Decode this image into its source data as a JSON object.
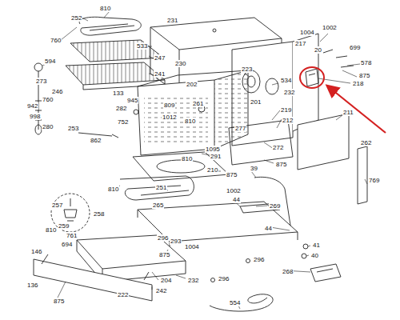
{
  "diagram": {
    "labels": [
      "252",
      "810",
      "760",
      "231",
      "1004",
      "1002",
      "217",
      "20",
      "699",
      "533",
      "247",
      "594",
      "230",
      "578",
      "223",
      "241",
      "875",
      "273",
      "202",
      "534",
      "218",
      "246",
      "133",
      "232",
      "760",
      "945",
      "201",
      "809",
      "261",
      "942",
      "282",
      "219",
      "211",
      "998",
      "1012",
      "212",
      "810",
      "752",
      "280",
      "277",
      "253",
      "862",
      "262",
      "1095",
      "272",
      "291",
      "810",
      "875",
      "210",
      "39",
      "875",
      "769",
      "810",
      "251",
      "1002",
      "44",
      "265",
      "269",
      "257",
      "258",
      "259",
      "810",
      "761",
      "44",
      "296",
      "293",
      "694",
      "41",
      "1004",
      "146",
      "875",
      "40",
      "296",
      "268",
      "296",
      "232",
      "204",
      "136",
      "242",
      "222",
      "875",
      "554"
    ]
  }
}
